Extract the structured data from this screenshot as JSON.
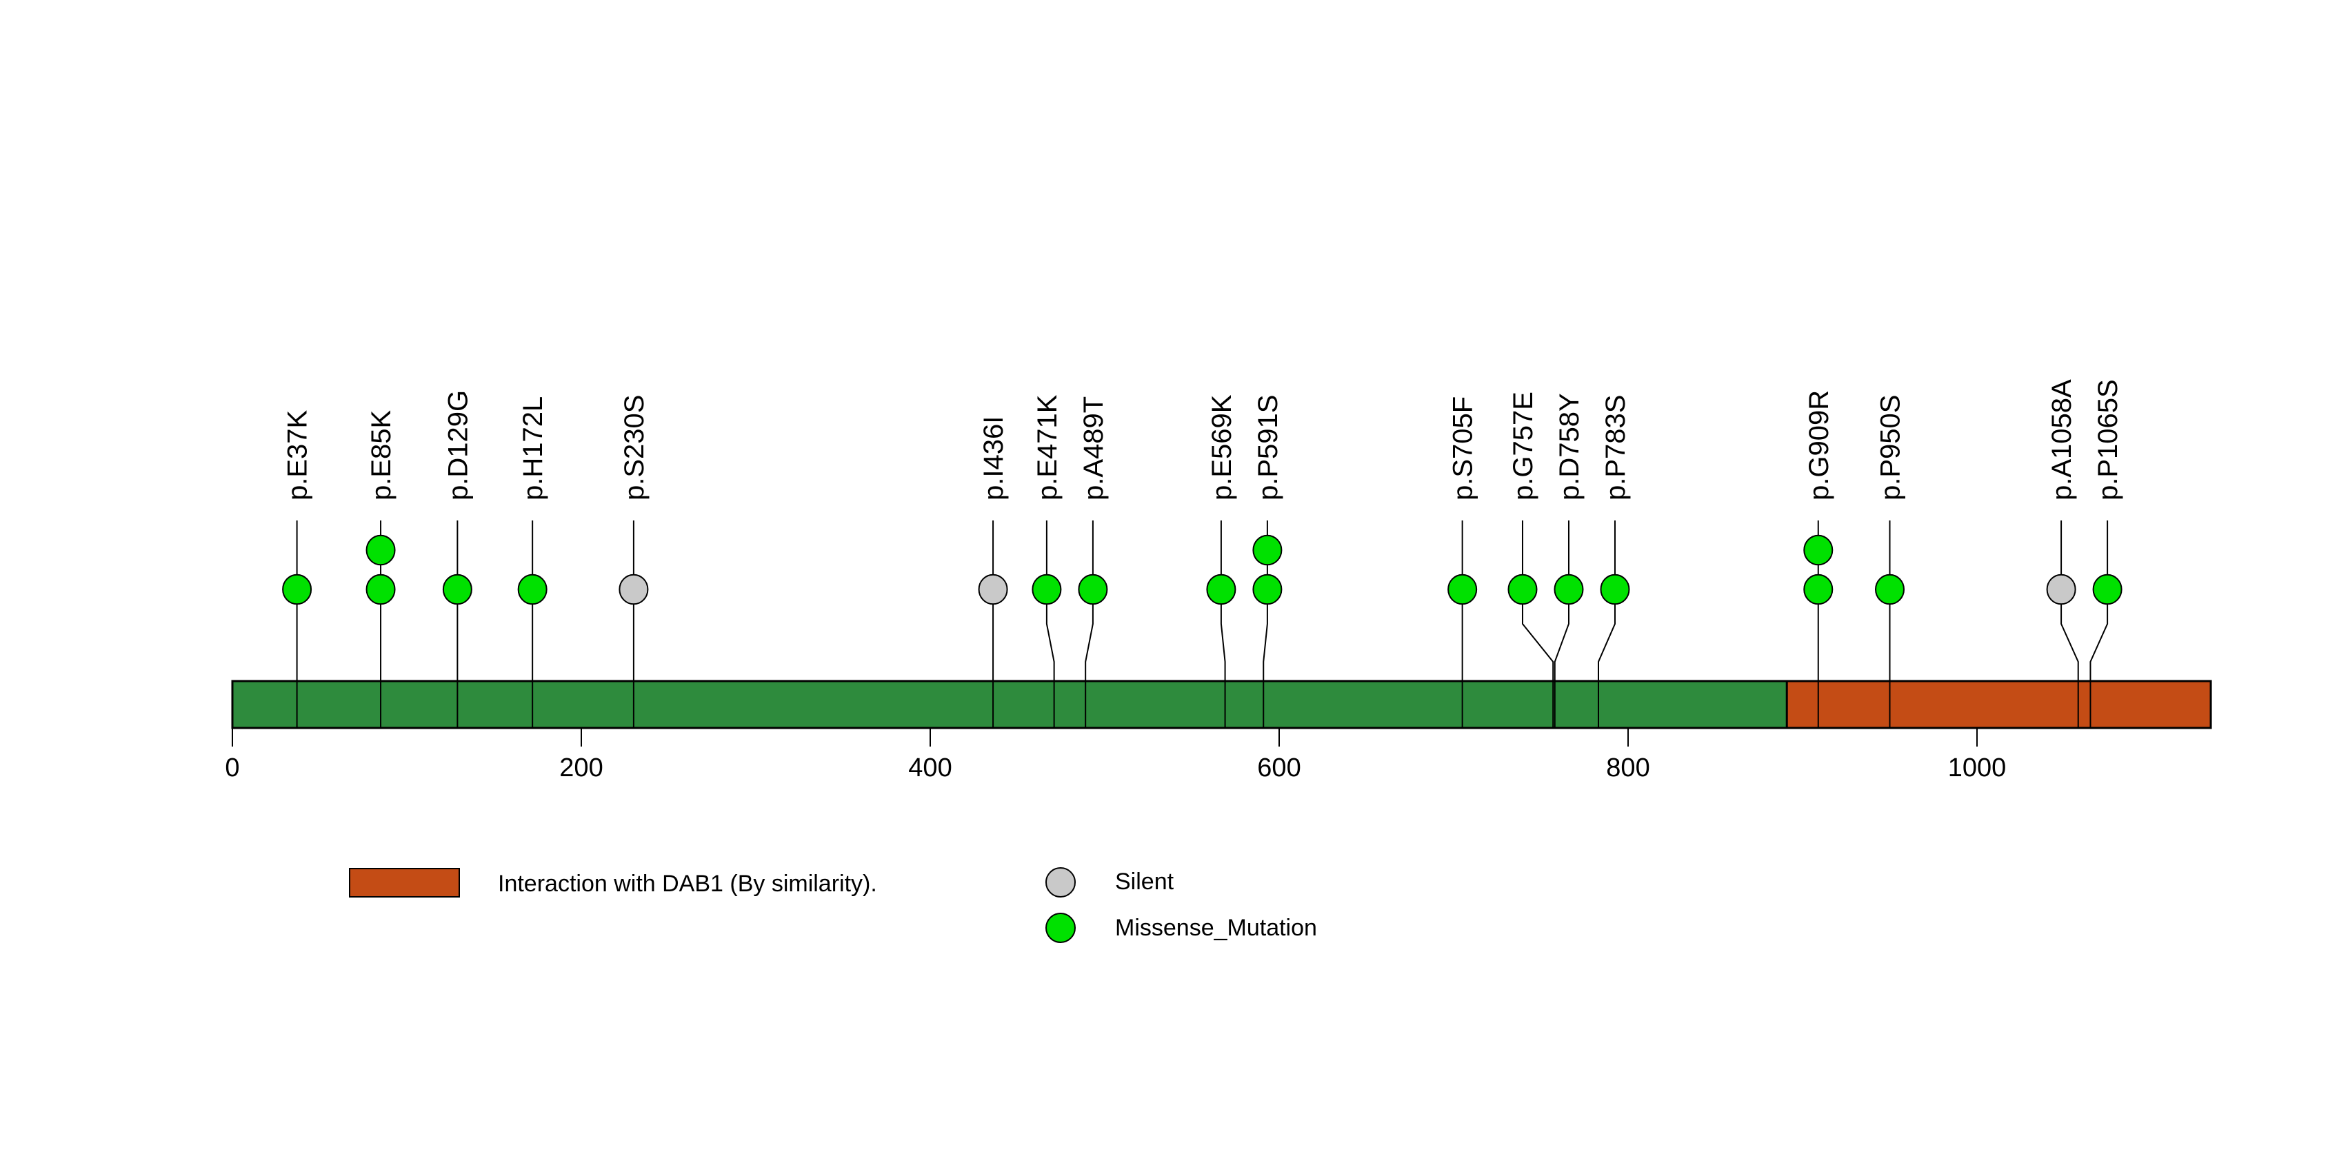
{
  "chart_data": {
    "type": "lollipop",
    "title": "",
    "protein_length": 1134,
    "axis": {
      "ticks": [
        0,
        200,
        400,
        600,
        800,
        1000
      ],
      "min": 0,
      "max": 1134
    },
    "colors": {
      "backbone": "#2E8B3D",
      "domain": "#C44C15",
      "silent": "#C9C9C9",
      "missense": "#00E100",
      "stroke": "#000000"
    },
    "domains": [
      {
        "label": "Interaction with DAB1 (By similarity).",
        "start": 891,
        "end": 1134,
        "color": "#C44C15"
      }
    ],
    "variant_classes": [
      {
        "name": "Silent",
        "color": "#C9C9C9"
      },
      {
        "name": "Missense_Mutation",
        "color": "#00E100"
      }
    ],
    "mutations": [
      {
        "label": "p.E37K",
        "position": 37,
        "count": 1,
        "class": "Missense_Mutation"
      },
      {
        "label": "p.E85K",
        "position": 85,
        "count": 2,
        "class": "Missense_Mutation"
      },
      {
        "label": "p.D129G",
        "position": 129,
        "count": 1,
        "class": "Missense_Mutation"
      },
      {
        "label": "p.H172L",
        "position": 172,
        "count": 1,
        "class": "Missense_Mutation"
      },
      {
        "label": "p.S230S",
        "position": 230,
        "count": 1,
        "class": "Silent"
      },
      {
        "label": "p.I436I",
        "position": 436,
        "count": 1,
        "class": "Silent"
      },
      {
        "label": "p.E471K",
        "position": 471,
        "count": 1,
        "class": "Missense_Mutation"
      },
      {
        "label": "p.A489T",
        "position": 489,
        "count": 1,
        "class": "Missense_Mutation"
      },
      {
        "label": "p.E569K",
        "position": 569,
        "count": 1,
        "class": "Missense_Mutation"
      },
      {
        "label": "p.P591S",
        "position": 591,
        "count": 2,
        "class": "Missense_Mutation"
      },
      {
        "label": "p.S705F",
        "position": 705,
        "count": 1,
        "class": "Missense_Mutation"
      },
      {
        "label": "p.G757E",
        "position": 757,
        "count": 1,
        "class": "Missense_Mutation"
      },
      {
        "label": "p.D758Y",
        "position": 758,
        "count": 1,
        "class": "Missense_Mutation"
      },
      {
        "label": "p.P783S",
        "position": 783,
        "count": 1,
        "class": "Missense_Mutation"
      },
      {
        "label": "p.G909R",
        "position": 909,
        "count": 2,
        "class": "Missense_Mutation"
      },
      {
        "label": "p.P950S",
        "position": 950,
        "count": 1,
        "class": "Missense_Mutation"
      },
      {
        "label": "p.A1058A",
        "position": 1058,
        "count": 1,
        "class": "Silent"
      },
      {
        "label": "p.P1065S",
        "position": 1065,
        "count": 1,
        "class": "Missense_Mutation"
      }
    ],
    "legend": {
      "domain_label": "Interaction with DAB1 (By similarity).",
      "silent_label": "Silent",
      "missense_label": "Missense_Mutation"
    }
  }
}
